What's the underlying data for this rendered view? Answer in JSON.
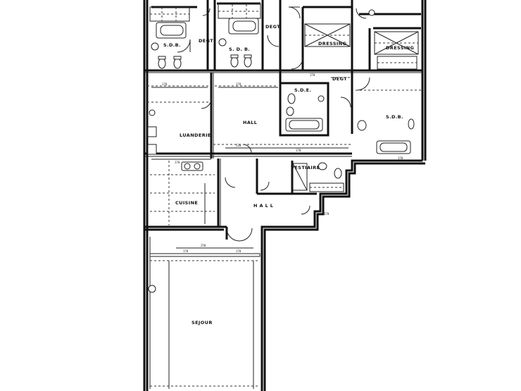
{
  "rooms": {
    "sdb_top_left": "S.D.B.",
    "sdb_top_mid": "S. D. B.",
    "sdb_mid": "S.D.E.",
    "sdb_right": "S.D.B.",
    "degt_1": "DEGT",
    "degt_2": "DEGT",
    "degt_3": "DEGT",
    "dressing_1": "DRESSING",
    "dressing_2": "DRESSING",
    "lingerie": "LUANDERIE",
    "hall_upper": "HALL",
    "hall_lower": "H A L L",
    "cuisine": "CUISINE",
    "vestiaire": "VESTIAIRE",
    "sejour": "SEJOUR"
  },
  "dims": [
    "170",
    "170",
    "170",
    "170",
    "520",
    "250",
    "170",
    "170",
    "170",
    "170",
    "170"
  ]
}
